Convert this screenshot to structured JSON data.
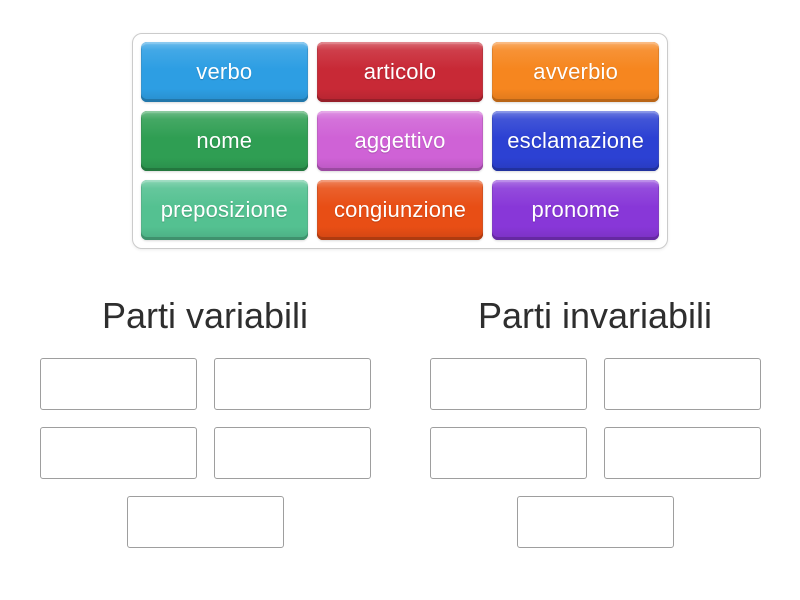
{
  "activity": {
    "type_hint": "group-sort",
    "page_background": "#ffffff"
  },
  "tiles": [
    {
      "label": "verbo",
      "color": "#2d9ee3"
    },
    {
      "label": "articolo",
      "color": "#c82936"
    },
    {
      "label": "avverbio",
      "color": "#f6861f"
    },
    {
      "label": "nome",
      "color": "#2f9e53"
    },
    {
      "label": "aggettivo",
      "color": "#cf62d6"
    },
    {
      "label": "esclamazione",
      "color": "#2c41d3"
    },
    {
      "label": "preposizione",
      "color": "#54c191"
    },
    {
      "label": "congiunzione",
      "color": "#e84e15"
    },
    {
      "label": "pronome",
      "color": "#8837d8"
    }
  ],
  "board": {
    "border_color": "#cbcbcb",
    "background": "#ffffff"
  },
  "groups": [
    {
      "title": "Parti variabili",
      "empty_slot_count": 5
    },
    {
      "title": "Parti invariabili",
      "empty_slot_count": 5
    }
  ],
  "slot_style": {
    "border_color": "#9e9e9e",
    "background": "#ffffff"
  },
  "heading_color": "#2e2e2e",
  "tile_text_color": "#ffffff"
}
